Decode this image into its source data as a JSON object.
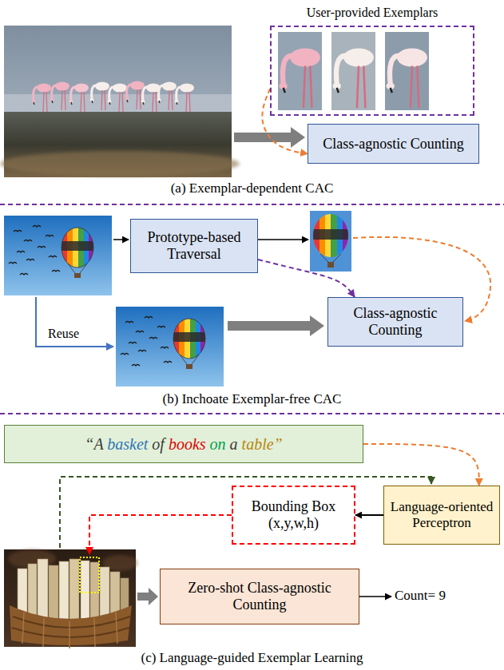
{
  "diagram": {
    "nodes": [
      {
        "text": [
          "User-provided Exemplars"
        ]
      },
      {
        "text": [
          "Class-agnostic Counting"
        ]
      },
      {
        "text": [
          "Prototype-based Traversal"
        ]
      },
      {
        "text": [
          "Class-agnostic Counting"
        ]
      },
      {
        "text": [
          "“A basket of books on a table”"
        ]
      },
      {
        "text": [
          "Bounding Box (x,y,w,h)"
        ]
      },
      {
        "text": [
          "Language-oriented Perceptron"
        ]
      },
      {
        "text": [
          "Zero-shot Class-agnostic Counting"
        ]
      }
    ],
    "edges": [
      {
        "from": 0,
        "to": 1,
        "arrow": "to"
      },
      {
        "from": 2,
        "to": 3,
        "arrow": "to"
      },
      {
        "from": 4,
        "to": 6,
        "arrow": "to"
      },
      {
        "from": 6,
        "to": 5,
        "arrow": "to"
      }
    ],
    "labels": [
      "(a) Exemplar-dependent CAC",
      "Reuse",
      "(b) Inchoate Exemplar-free CAC",
      "Count= 9",
      "(c) Language-guided Exemplar Learning"
    ]
  }
}
